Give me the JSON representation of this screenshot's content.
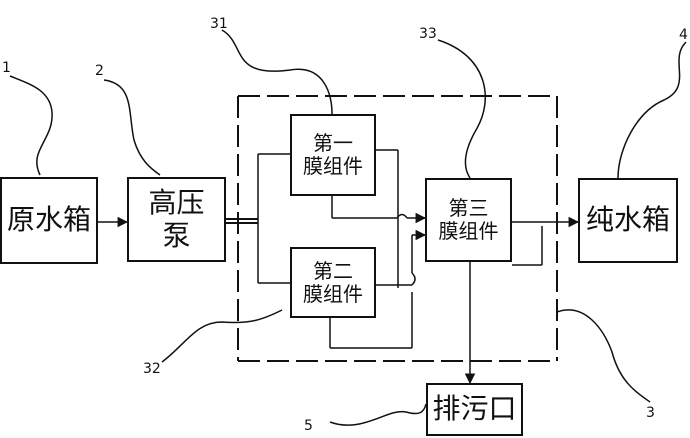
{
  "components": {
    "raw_tank": {
      "label": "原水箱"
    },
    "pump": {
      "line1": "高压",
      "line2": "泵"
    },
    "membrane1": {
      "line1": "第一",
      "line2": "膜组件"
    },
    "membrane2": {
      "line1": "第二",
      "line2": "膜组件"
    },
    "membrane3": {
      "line1": "第三",
      "line2": "膜组件"
    },
    "pure_tank": {
      "label": "纯水箱"
    },
    "drain": {
      "label": "排污口"
    }
  },
  "refs": {
    "r1": "1",
    "r2": "2",
    "r31": "31",
    "r32": "32",
    "r33": "33",
    "r4": "4",
    "r3": "3",
    "r5": "5"
  },
  "colors": {
    "ink": "#111111"
  }
}
